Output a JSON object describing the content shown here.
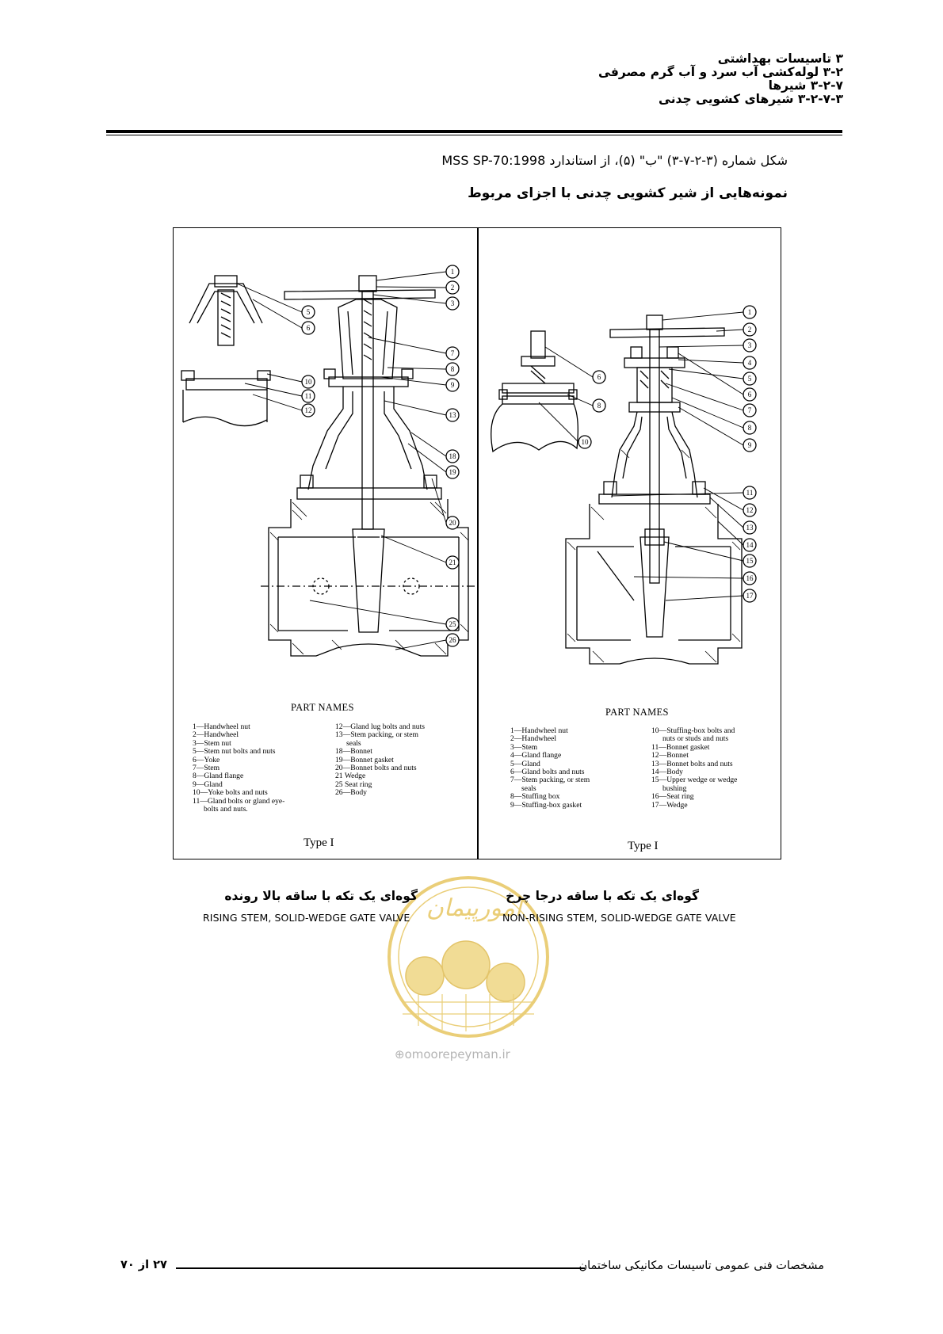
{
  "header": {
    "line1": "۳ تاسیسات بهداشتی",
    "line2": "۳-۲ لوله‌کشی آب سرد و آب گرم مصرفی",
    "line3": "۳-۲-۷ شیرها",
    "line4": "۳-۲-۷-۳ شیرهای کشویی چدنی"
  },
  "caption": {
    "line1": "شکل شماره (۳-۲-۷-۳) \"ب\" (۵)، از استاندارد MSS SP-70:1998",
    "line2": "نمونه‌هایی از شیر کشویی چدنی با اجزای مربوط"
  },
  "figure": {
    "left": {
      "callouts": [
        "1",
        "2",
        "3",
        "5",
        "6",
        "7",
        "8",
        "9",
        "10",
        "11",
        "12",
        "13",
        "18",
        "19",
        "20",
        "21",
        "25",
        "26"
      ],
      "parts_title": "PART NAMES",
      "parts_col1": [
        "1—Handwheel nut",
        "2—Handwheel",
        "3—Stem nut",
        "5—Stem nut bolts and nuts",
        "6—Yoke",
        "7—Stem",
        "8—Gland flange",
        "9—Gland",
        "10—Yoke bolts and nuts",
        "11—Gland bolts or gland eye-",
        "bolts and nuts."
      ],
      "parts_col2": [
        "12—Gland lug bolts and nuts",
        "13—Stem packing, or stem",
        "seals",
        "18—Bonnet",
        "19—Bonnet gasket",
        "20—Bonnet bolts and nuts",
        "21  Wedge",
        "25  Seat ring",
        "26—Body"
      ],
      "type": "Type I"
    },
    "right": {
      "callouts": [
        "1",
        "2",
        "3",
        "4",
        "5",
        "6",
        "7",
        "8",
        "9",
        "11",
        "12",
        "13",
        "14",
        "15",
        "16",
        "17"
      ],
      "inset_callouts": [
        "6",
        "8",
        "10"
      ],
      "parts_title": "PART NAMES",
      "parts_col1": [
        "1—Handwheel nut",
        "2—Handwheel",
        "3—Stem",
        "4—Gland flange",
        "5—Gland",
        "6—Gland bolts and nuts",
        "7—Stem packing, or stem",
        "seals",
        "8—Stuffing box",
        "9—Stuffing-box gasket"
      ],
      "parts_col2": [
        "10—Stuffing-box bolts and",
        "nuts or studs and nuts",
        "11—Bonnet gasket",
        "12—Bonnet",
        "13—Bonnet bolts and nuts",
        "14—Body",
        "15—Upper wedge or wedge",
        "bushing",
        "16—Seat ring",
        "17—Wedge"
      ],
      "type": "Type I"
    }
  },
  "subcaptions": {
    "left_fa": "گوه‌ای یک تکه با ساقه بالا رونده",
    "left_en": "RISING STEM, SOLID-WEDGE GATE VALVE",
    "right_fa": "گوه‌ای یک تکه با ساقه درجا چرخ",
    "right_en": "NON-RISING STEM, SOLID-WEDGE GATE VALVE"
  },
  "watermark": {
    "name": "امورپیمان",
    "url": "omoorepeyman.ir",
    "icon": "globe-icon",
    "color": "#e8c96a"
  },
  "footer": {
    "title": "مشخصات فنی عمومی تاسیسات مکانیکی ساختمان",
    "page": "۲۷ از ۷۰"
  }
}
